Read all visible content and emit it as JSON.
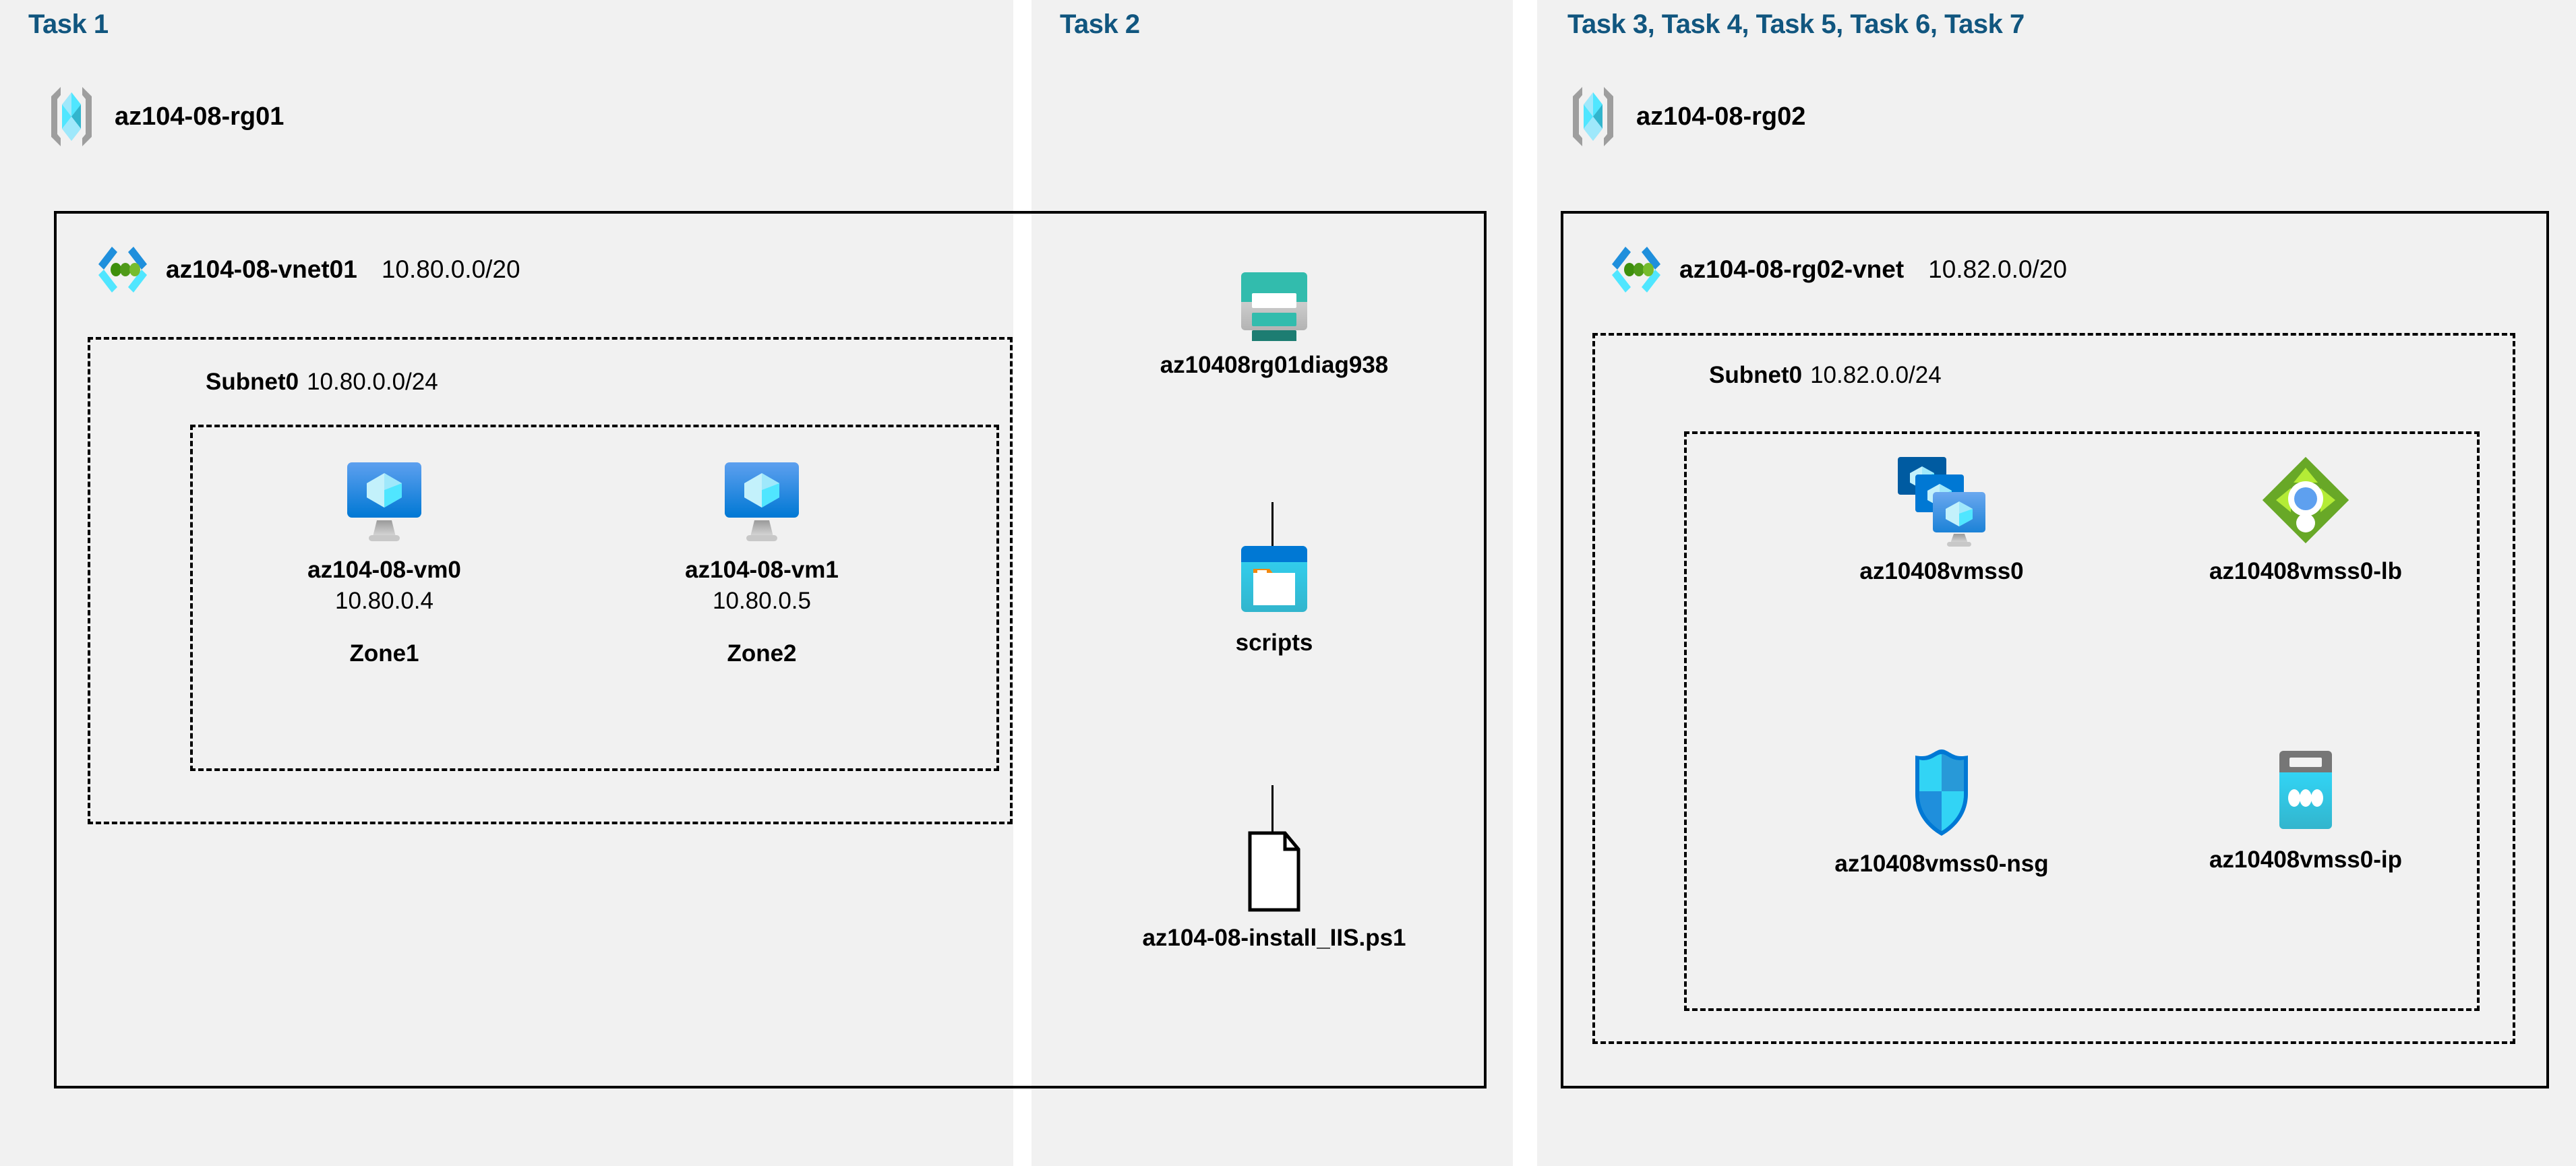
{
  "panels": {
    "task1": {
      "title": "Task 1"
    },
    "task2": {
      "title": "Task 2"
    },
    "task3": {
      "title": "Task 3, Task 4, Task 5, Task 6, Task 7"
    }
  },
  "resource_groups": [
    {
      "name": "az104-08-rg01",
      "icon": "resource-group-icon"
    },
    {
      "name": "az104-08-rg02",
      "icon": "resource-group-icon"
    }
  ],
  "vnets": [
    {
      "name": "az104-08-vnet01",
      "cidr": "10.80.0.0/20",
      "icon": "virtual-network-icon"
    },
    {
      "name": "az104-08-rg02-vnet",
      "cidr": "10.82.0.0/20",
      "icon": "virtual-network-icon"
    }
  ],
  "subnets": [
    {
      "name": "Subnet0",
      "cidr": "10.80.0.0/24"
    },
    {
      "name": "Subnet0",
      "cidr": "10.82.0.0/24"
    }
  ],
  "nodes": {
    "vm0": {
      "name": "az104-08-vm0",
      "ip": "10.80.0.4",
      "zone": "Zone1",
      "icon": "virtual-machine-icon"
    },
    "vm1": {
      "name": "az104-08-vm1",
      "ip": "10.80.0.5",
      "zone": "Zone2",
      "icon": "virtual-machine-icon"
    },
    "storage": {
      "name": "az10408rg01diag938",
      "icon": "storage-account-icon"
    },
    "scripts": {
      "name": "scripts",
      "icon": "blob-container-icon"
    },
    "ps1": {
      "name": "az104-08-install_IIS.ps1",
      "icon": "file-icon"
    },
    "vmss": {
      "name": "az10408vmss0",
      "icon": "vm-scale-set-icon"
    },
    "lb": {
      "name": "az10408vmss0-lb",
      "icon": "load-balancer-icon"
    },
    "nsg": {
      "name": "az10408vmss0-nsg",
      "icon": "network-security-group-icon"
    },
    "ip": {
      "name": "az10408vmss0-ip",
      "icon": "public-ip-address-icon"
    }
  },
  "colors": {
    "panel_background": "#f1f1f1",
    "task_title": "#11567f",
    "border": "#000000",
    "azure_blue": "#0078d4",
    "azure_cyan": "#50e6ff",
    "storage_teal": "#32bcad",
    "lb_green": "#76bc2d",
    "nsg_blue": "#32b2ec",
    "vnet_green_dot": "#57a300"
  }
}
